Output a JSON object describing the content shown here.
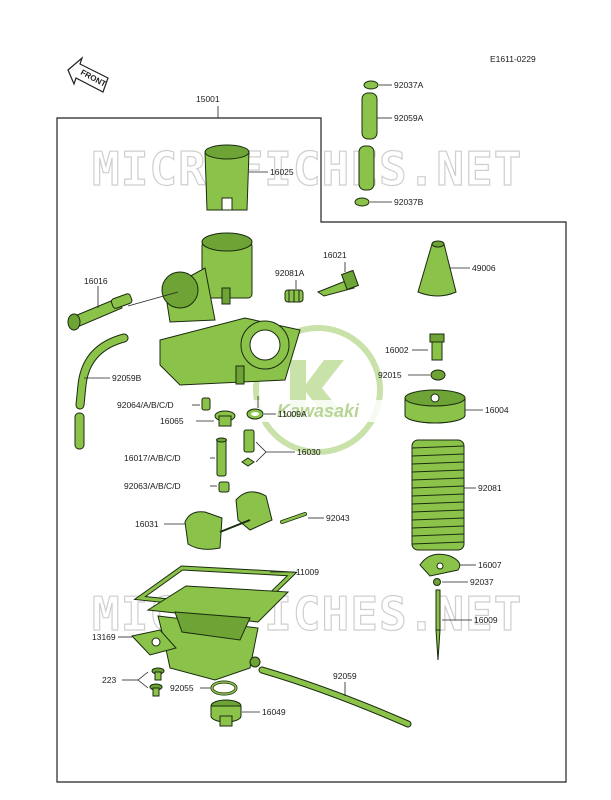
{
  "diagram_code": "E1611-0229",
  "front_arrow": "FRONT",
  "watermark": "MICROFICHES.NET",
  "logo_text": "Kawasaki",
  "labels": {
    "p15001": "15001",
    "p92037A": "92037A",
    "p92059A": "92059A",
    "p16025": "16025",
    "p92037B": "92037B",
    "p16021": "16021",
    "p92081A": "92081A",
    "p49006": "49006",
    "p16016": "16016",
    "p16002": "16002",
    "p92059B": "92059B",
    "p92015": "92015",
    "p92064": "92064/A/B/C/D",
    "p11009A": "11009A",
    "p16004": "16004",
    "p16065": "16065",
    "p16017": "16017/A/B/C/D",
    "p16030": "16030",
    "p92063": "92063/A/B/C/D",
    "p92081": "92081",
    "p16031": "16031",
    "p92043": "92043",
    "p11009": "11009",
    "p16007": "16007",
    "p92037": "92037",
    "p16009": "16009",
    "p13169": "13169",
    "p223": "223",
    "p92059": "92059",
    "p92055": "92055",
    "p16049": "16049"
  },
  "colors": {
    "parts": "#8bc34a",
    "outline": "#1a2b10",
    "watermark": "#cfcfcf"
  }
}
